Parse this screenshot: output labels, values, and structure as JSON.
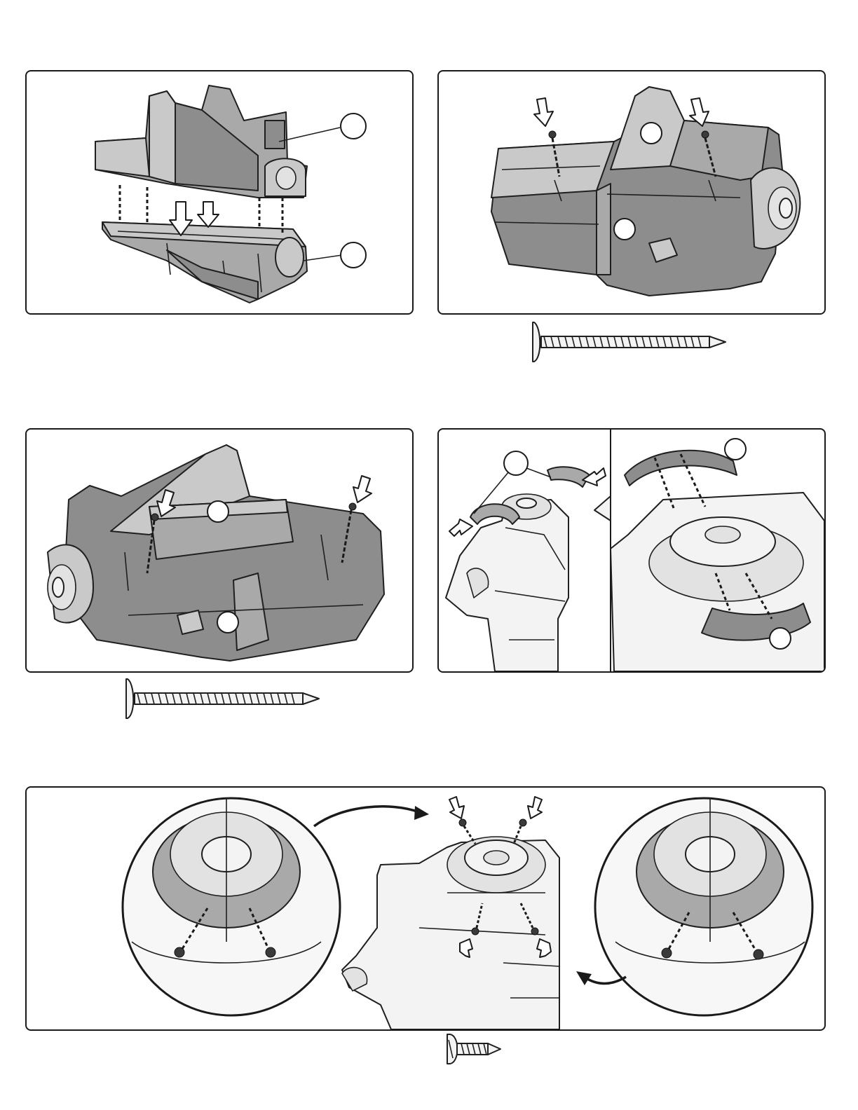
{
  "steps": [
    {
      "id": "step-1",
      "callouts": [
        "",
        ""
      ],
      "hardware": ""
    },
    {
      "id": "step-2",
      "callouts": [
        "",
        ""
      ],
      "hardware": "long-screw"
    },
    {
      "id": "step-3",
      "callouts": [
        "",
        ""
      ],
      "hardware": "long-screw"
    },
    {
      "id": "step-4",
      "callouts": [
        "",
        ""
      ],
      "hardware": ""
    },
    {
      "id": "step-5",
      "callouts": [],
      "hardware": "short-screw"
    }
  ],
  "icons": {
    "push_arrow": "down-arrow-icon",
    "screw": "screw-icon",
    "curved_arrow": "curved-arrow-icon",
    "logo": "step2-logo-icon"
  },
  "colors": {
    "outline": "#1a1a1a",
    "part_dark": "#8d8d8d",
    "part_light": "#f3f3f3",
    "background": "#ffffff"
  }
}
